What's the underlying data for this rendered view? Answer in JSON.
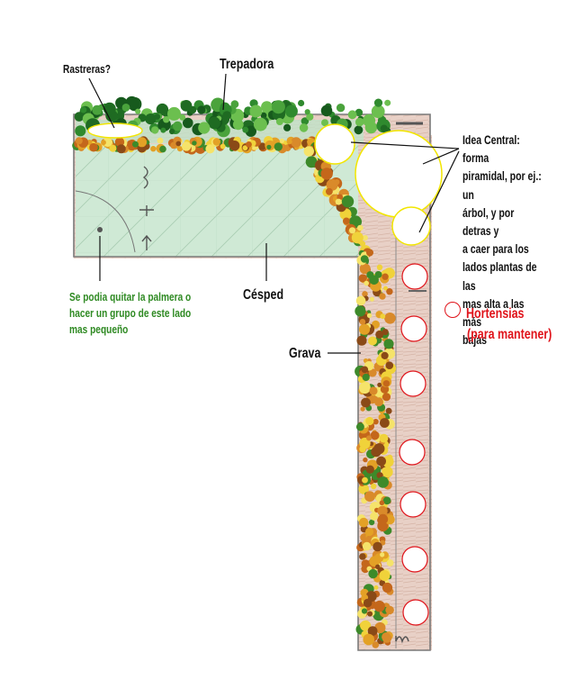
{
  "labels": {
    "rastreras": "Rastreras?",
    "trepadora": "Trepadora",
    "cesped": "Césped",
    "grava": "Grava",
    "idea_central": "Idea Central: forma\npiramidal, por ej.: un\nárbol, y por detras y\na caer para los\nlados plantas de las\nmas alta a las más\nbajas",
    "palmera": "Se podia quitar la palmera o\nhacer un grupo de este lado\nmas pequeño",
    "hortensias": "Hortensias",
    "hortensias_note": "(para mantener)"
  },
  "colors": {
    "lawn": "#cfe9d5",
    "gravel": "#e8d0c6",
    "hedge": "#2f7d32",
    "hortensia_outline": "#e0141b",
    "central_plant_outline": "#f2e600",
    "palmera_note": "#2f8a23"
  },
  "icons": {
    "gravel_mark": "handwritten-m-mark"
  }
}
